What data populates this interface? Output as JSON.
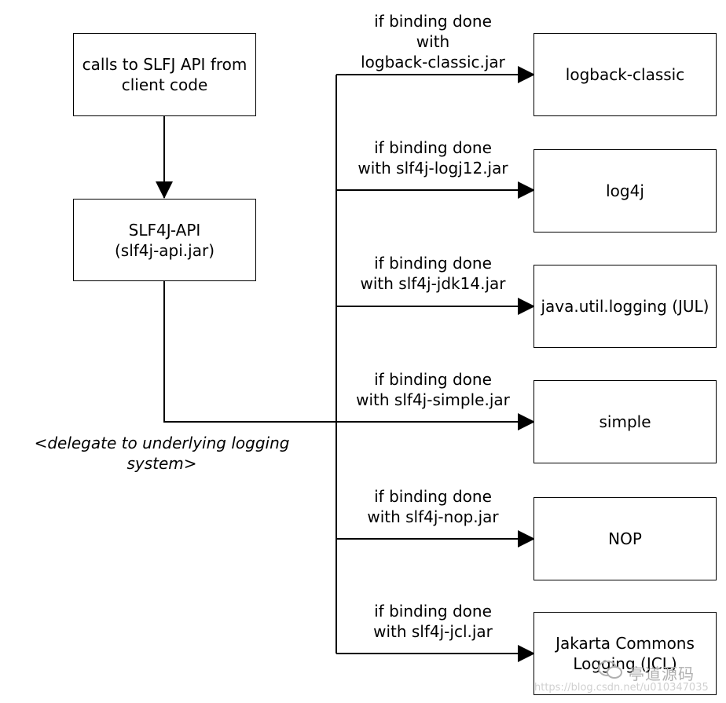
{
  "nodes": {
    "client": "calls to SLFJ API from\nclient code",
    "api": "SLF4J-API\n(slf4j-api.jar)",
    "logback": "logback-classic",
    "log4j": "log4j",
    "jul": "java.util.logging (JUL)",
    "simple": "simple",
    "nop": "NOP",
    "jcl": "Jakarta Commons\nLogging (JCL)"
  },
  "edges": {
    "logback": "if binding done\nwith\nlogback-classic.jar",
    "log4j": "if binding done\nwith slf4j-logj12.jar",
    "jul": "if binding done\nwith slf4j-jdk14.jar",
    "simple": "if binding done\nwith slf4j-simple.jar",
    "nop": "if binding done\nwith slf4j-nop.jar",
    "jcl": "if binding done\nwith slf4j-jcl.jar"
  },
  "note": "<delegate to underlying logging\nsystem>",
  "watermark": {
    "text": "亭道源码",
    "url": "https://blog.csdn.net/u010347035"
  }
}
